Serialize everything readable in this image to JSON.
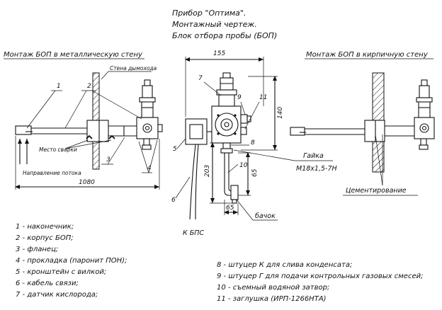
{
  "title": {
    "line1": "Прибор \"Оптима\".",
    "line2": "Монтажный чертеж.",
    "line3": "Блок отбора пробы (БОП)"
  },
  "left_view": {
    "header": "Монтаж БОП в металлическую стену",
    "wall_label": "Стена дымохода",
    "weld_label": "Место сварки",
    "flow_label": "Направление потока",
    "length_dim": "1080",
    "callouts": [
      "1",
      "2",
      "3",
      "4"
    ]
  },
  "center_view": {
    "width_dim": "155",
    "height_dim": "140",
    "dim_203": "203",
    "dim_65_v": "65",
    "dim_65_h": "65",
    "nut_label": "Гайка",
    "nut_thread": "М18х1,5-7Н",
    "tank_label": "бачок",
    "bps_label": "К БПС",
    "callouts": [
      "5",
      "6",
      "7",
      "8",
      "9",
      "10",
      "11"
    ]
  },
  "right_view": {
    "header": "Монтаж БОП в кирпичную стену",
    "cement_label": "Цементирование"
  },
  "legend_left": [
    "1 - наконечник;",
    "2 - корпус БОП;",
    "3 - фланец;",
    "4 - прокладка (паронит ПОН);",
    "5 - кронштейн с вилкой;",
    "6 - кабель связи;",
    "7 - датчик кислорода;"
  ],
  "legend_right": [
    "8 - штуцер К для слива конденсата;",
    "9 - штуцер Г для подачи контрольных газовых смесей;",
    "10 - съемный водяной затвор;",
    "11 - заглушка (ИРП-1266НТА)"
  ]
}
